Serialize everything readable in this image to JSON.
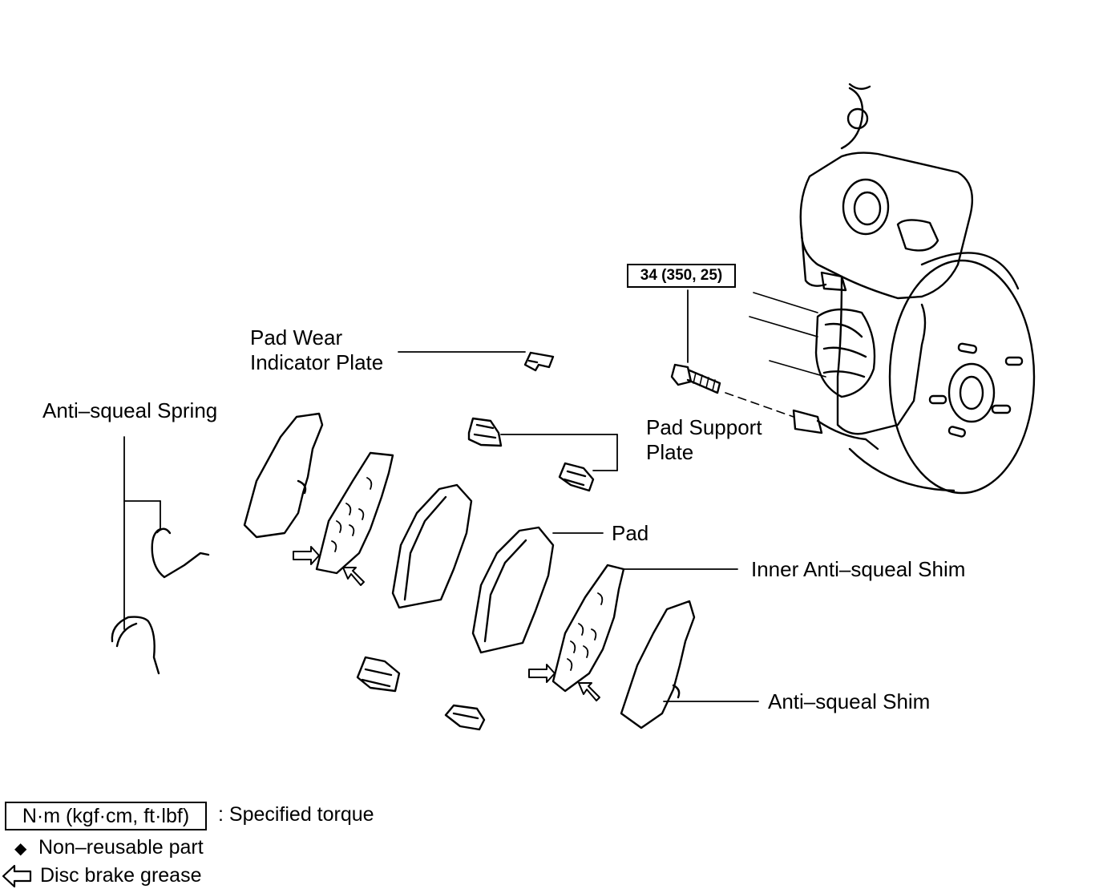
{
  "labels": {
    "pad_wear_indicator_plate": [
      "Pad Wear",
      "Indicator Plate"
    ],
    "anti_squeal_spring": "Anti–squeal Spring",
    "pad_support_plate": [
      "Pad Support",
      "Plate"
    ],
    "pad": "Pad",
    "inner_anti_squeal_shim": "Inner Anti–squeal Shim",
    "anti_squeal_shim": "Anti–squeal Shim"
  },
  "torque": "34 (350, 25)",
  "legend": {
    "torque_units": "N·m (kgf·cm, ft·lbf)",
    "torque_desc": ": Specified torque",
    "non_reusable_symbol": "◆",
    "non_reusable": "Non–reusable part",
    "grease": "Disc brake grease"
  }
}
